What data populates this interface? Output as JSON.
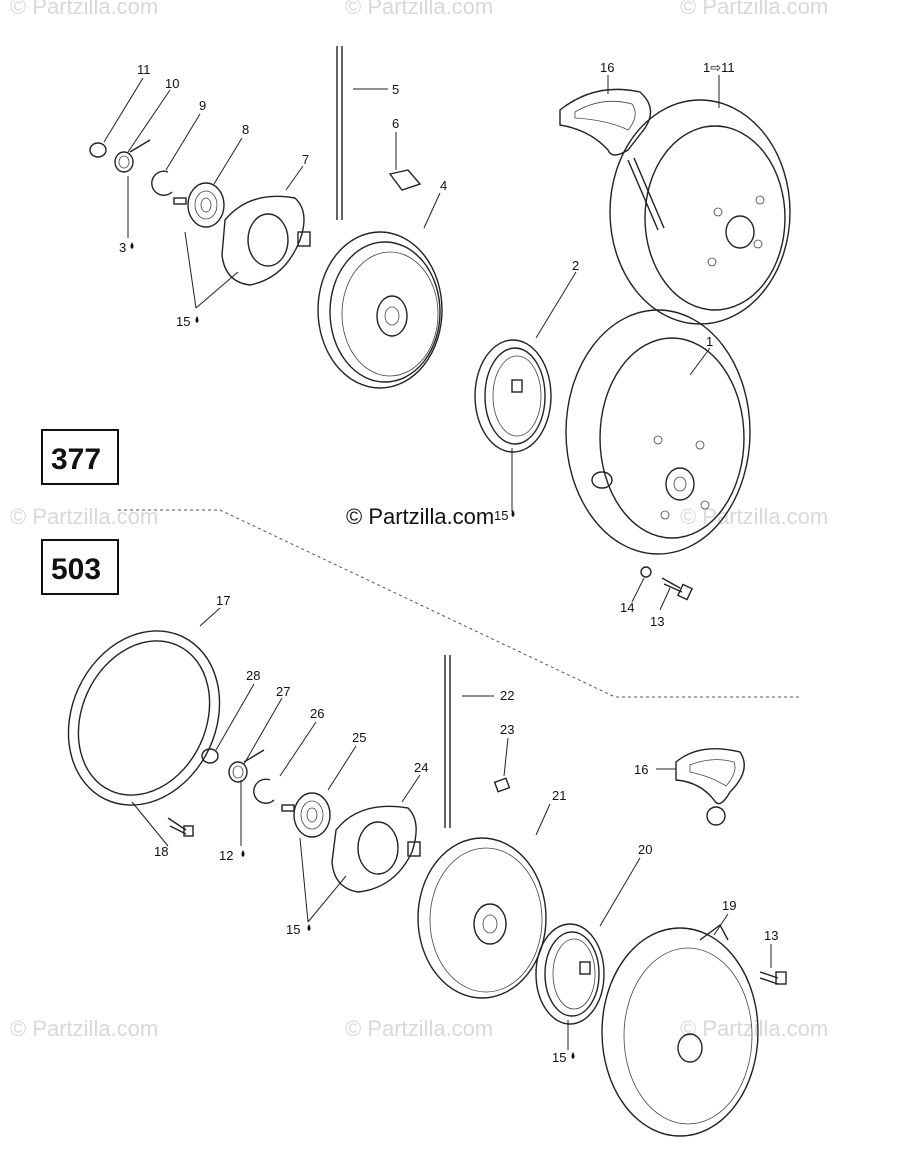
{
  "watermark": "© Partzilla.com",
  "boxes": {
    "top": "377",
    "bottom": "503"
  },
  "callouts": {
    "c1": "1",
    "c1to11": "1⇨11",
    "c2": "2",
    "c3": "3",
    "c4": "4",
    "c5": "5",
    "c6": "6",
    "c7": "7",
    "c8": "8",
    "c9": "9",
    "c10": "10",
    "c11": "11",
    "c12": "12",
    "c13a": "13",
    "c13b": "13",
    "c14": "14",
    "c15a": "15",
    "c15b": "15",
    "c15c": "15",
    "c15d": "15",
    "c16a": "16",
    "c16b": "16",
    "c17": "17",
    "c18": "18",
    "c19": "19",
    "c20": "20",
    "c21": "21",
    "c22": "22",
    "c23": "23",
    "c24": "24",
    "c25": "25",
    "c26": "26",
    "c27": "27",
    "c28": "28"
  }
}
